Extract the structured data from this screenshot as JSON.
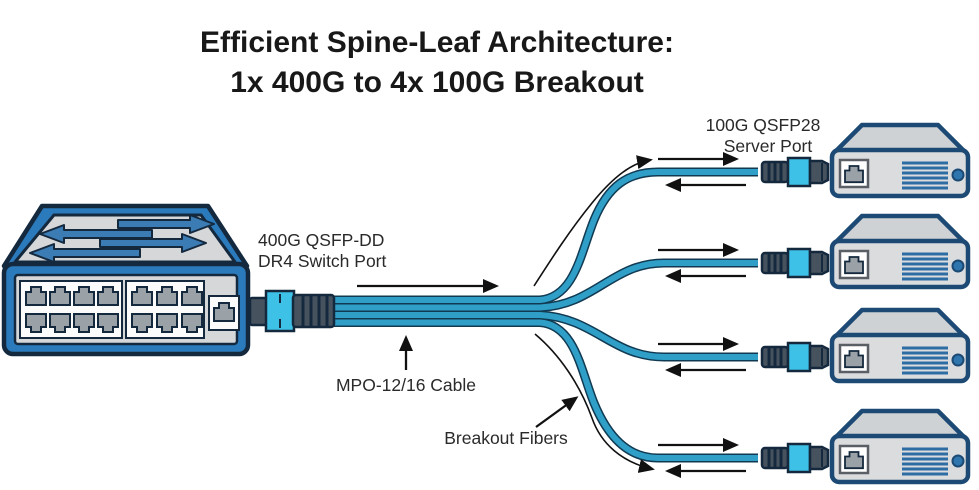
{
  "title": {
    "line1": "Efficient Spine-Leaf Architecture:",
    "line2": "1x 400G to 4x 100G Breakout"
  },
  "labels": {
    "switch_port": {
      "line1": "400G QSFP-DD",
      "line2": "DR4 Switch Port"
    },
    "cable": "MPO-12/16 Cable",
    "breakout_fibers": "Breakout Fibers",
    "server_port": {
      "line1": "100G QSFP28",
      "line2": "Server Port"
    }
  },
  "diagram": {
    "type": "fiber-breakout-topology",
    "source": {
      "device": "spine switch",
      "port": "400G QSFP-DD DR4"
    },
    "cable": {
      "name": "MPO-12/16 Cable",
      "connector": "MPO",
      "breakout_fibers": 4
    },
    "branches": [
      {
        "id": 1,
        "port": "100G QSFP28",
        "device": "server"
      },
      {
        "id": 2,
        "port": "100G QSFP28",
        "device": "server"
      },
      {
        "id": 3,
        "port": "100G QSFP28",
        "device": "server"
      },
      {
        "id": 4,
        "port": "100G QSFP28",
        "device": "server"
      }
    ],
    "traffic_direction": "bidirectional"
  },
  "colors": {
    "fiber": "#2f9fc8",
    "fiber_outline": "#113a52",
    "connector_cyan": "#3ec1e6",
    "connector_body": "#47525f",
    "chassis_blue": "#2b7abc",
    "chassis_outline": "#14293e",
    "panel_gray": "#d5d7d9",
    "arrow": "#111111",
    "text": "#1f1f1f",
    "background": "#ffffff"
  }
}
